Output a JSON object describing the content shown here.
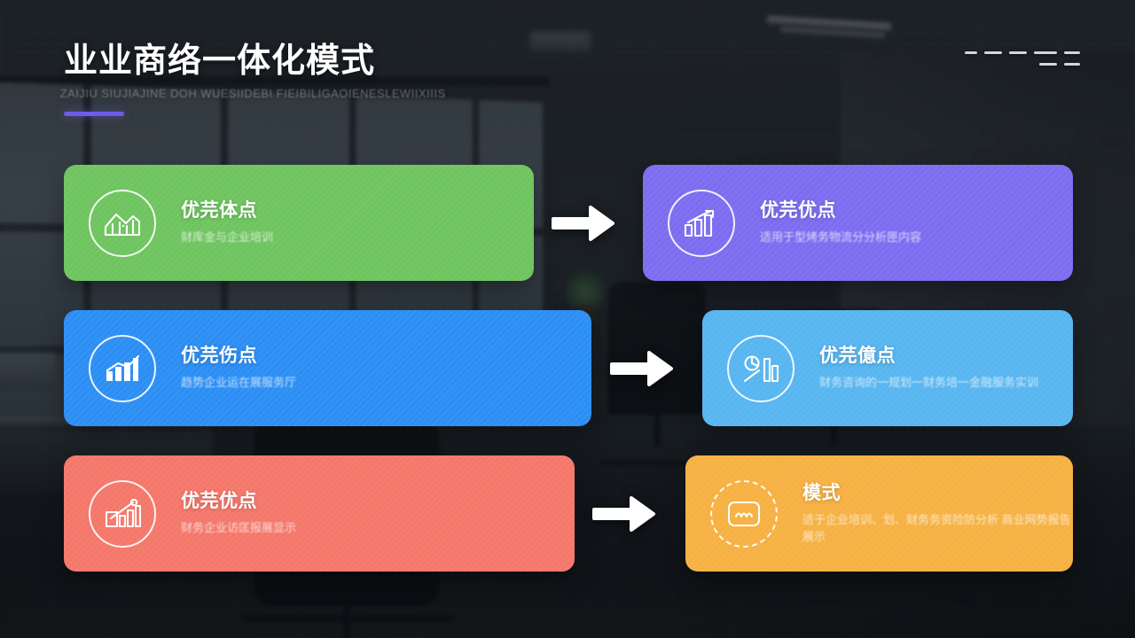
{
  "slide": {
    "background": "office-interior-photo",
    "background_overlay_color": "#0b0e12"
  },
  "header": {
    "title": "业业商络一体化模式",
    "subtitle": "ZAIJIU SIUJIAJINE DOH WUESIIDEBI FIEIBILIGAOIENESLEWIIXIIIS",
    "accent_color": "#6c5ce7"
  },
  "decoration": {
    "dashes_row1": [
      "d1",
      "d2",
      "d3",
      "d4",
      "d5"
    ],
    "dashes_row2": [
      "d6",
      "d7"
    ]
  },
  "rows": [
    {
      "left": {
        "title": "优芫体点",
        "desc": "财库金与企业培训",
        "color": "#6ec45f",
        "icon": "area-chart-icon"
      },
      "arrow": "arrow-right-icon",
      "right": {
        "title": "优芫优点",
        "desc": "适用于型烤务物流分分析匣内容",
        "color": "#7c6cf0",
        "icon": "bar-chart-icon"
      }
    },
    {
      "left": {
        "title": "优芫伤点",
        "desc": "趋势企业运在展服务厅",
        "color": "#2b8ef4",
        "icon": "bar-chart-trend-icon"
      },
      "arrow": "arrow-right-icon",
      "right": {
        "title": "优芫億点",
        "desc": "财务咨询的一规划一财务培一金融服务实训",
        "color": "#57b5f0",
        "icon": "pie-bar-chart-icon"
      }
    },
    {
      "left": {
        "title": "优芫优点",
        "desc": "财务企业访匡报展显示",
        "color": "#f4776a",
        "icon": "growth-chart-icon"
      },
      "arrow": "arrow-right-icon",
      "right": {
        "title": "模式",
        "desc": "适于企业培训、划、财务务资险防分析 商业网势报告展示",
        "color": "#f6b142",
        "icon": "dashed-screen-icon"
      }
    }
  ]
}
